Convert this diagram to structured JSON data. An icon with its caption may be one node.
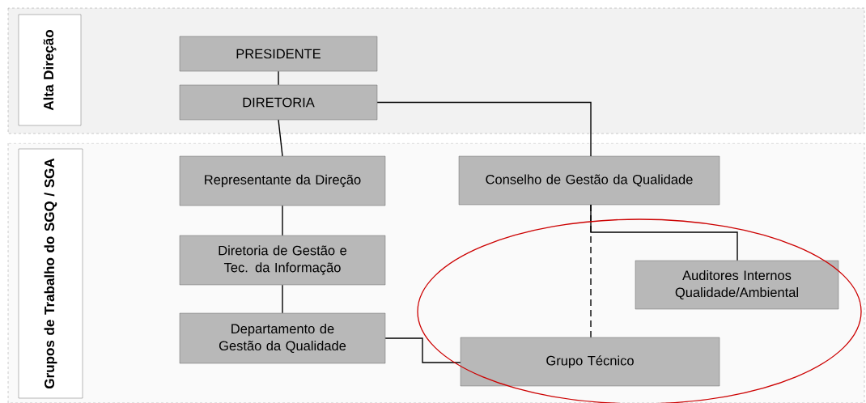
{
  "diagram": {
    "nodes": [
      {
        "text": [
          "Alta Direção"
        ]
      },
      {
        "text": [
          "PRESIDENTE"
        ]
      },
      {
        "text": [
          "DIRETORIA"
        ]
      },
      {
        "text": [
          "Grupos de Trabalho do SGQ / SGA"
        ]
      },
      {
        "text": [
          "Representante da Direção"
        ]
      },
      {
        "text": [
          "Conselho de Gestão da Qualidade"
        ]
      },
      {
        "text": [
          "Diretoria de Gestão e Tec. da Informação"
        ]
      },
      {
        "text": [
          "Auditores Internos Qualidade/Ambiental"
        ]
      },
      {
        "text": [
          "Departamento de Gestão da Qualidade"
        ]
      },
      {
        "text": [
          "Grupo Técnico"
        ]
      }
    ],
    "edges": [
      {
        "from": 1,
        "to": 2,
        "arrow": "none"
      },
      {
        "from": 2,
        "to": 4,
        "arrow": "none"
      },
      {
        "from": 2,
        "to": 5,
        "arrow": "none"
      },
      {
        "from": 4,
        "to": 6,
        "arrow": "none"
      },
      {
        "from": 6,
        "to": 8,
        "arrow": "none"
      },
      {
        "from": 5,
        "to": 7,
        "arrow": "none"
      },
      {
        "from": 5,
        "to": 9,
        "arrow": "none",
        "style": "dashed"
      },
      {
        "from": 8,
        "to": 9,
        "arrow": "none"
      }
    ]
  }
}
